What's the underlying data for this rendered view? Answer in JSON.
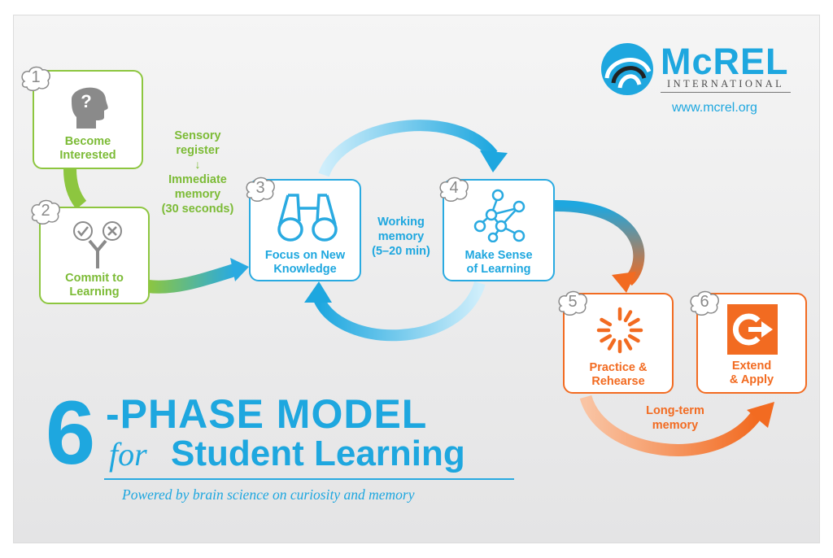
{
  "title": {
    "numeral": "6",
    "line1": "-PHASE MODEL",
    "for_word": "for",
    "line2": "Student Learning",
    "tagline": "Powered by brain science on curiosity and memory"
  },
  "brand": {
    "name": "McREL",
    "subtitle": "INTERNATIONAL",
    "url": "www.mcrel.org"
  },
  "phases": [
    {
      "number": "1",
      "label": "Become\nInterested",
      "icon": "question-head-icon"
    },
    {
      "number": "2",
      "label": "Commit to\nLearning",
      "icon": "check-or-x-choice-icon"
    },
    {
      "number": "3",
      "label": "Focus on New\nKnowledge",
      "icon": "binoculars-icon"
    },
    {
      "number": "4",
      "label": "Make Sense\nof Learning",
      "icon": "network-icon"
    },
    {
      "number": "5",
      "label": "Practice &\nRehearse",
      "icon": "spinner-icon"
    },
    {
      "number": "6",
      "label": "Extend\n& Apply",
      "icon": "extend-arrow-icon"
    }
  ],
  "memory_labels": {
    "sensory": "Sensory\nregister",
    "immediate": "Immediate\nmemory\n(30 seconds)",
    "working": "Working\nmemory\n(5–20 min)",
    "long_term": "Long-term\nmemory"
  },
  "colors": {
    "green": "#8dc63f",
    "blue": "#29aae1",
    "orange": "#f26b21",
    "gray_icon": "#8a8a8a"
  }
}
